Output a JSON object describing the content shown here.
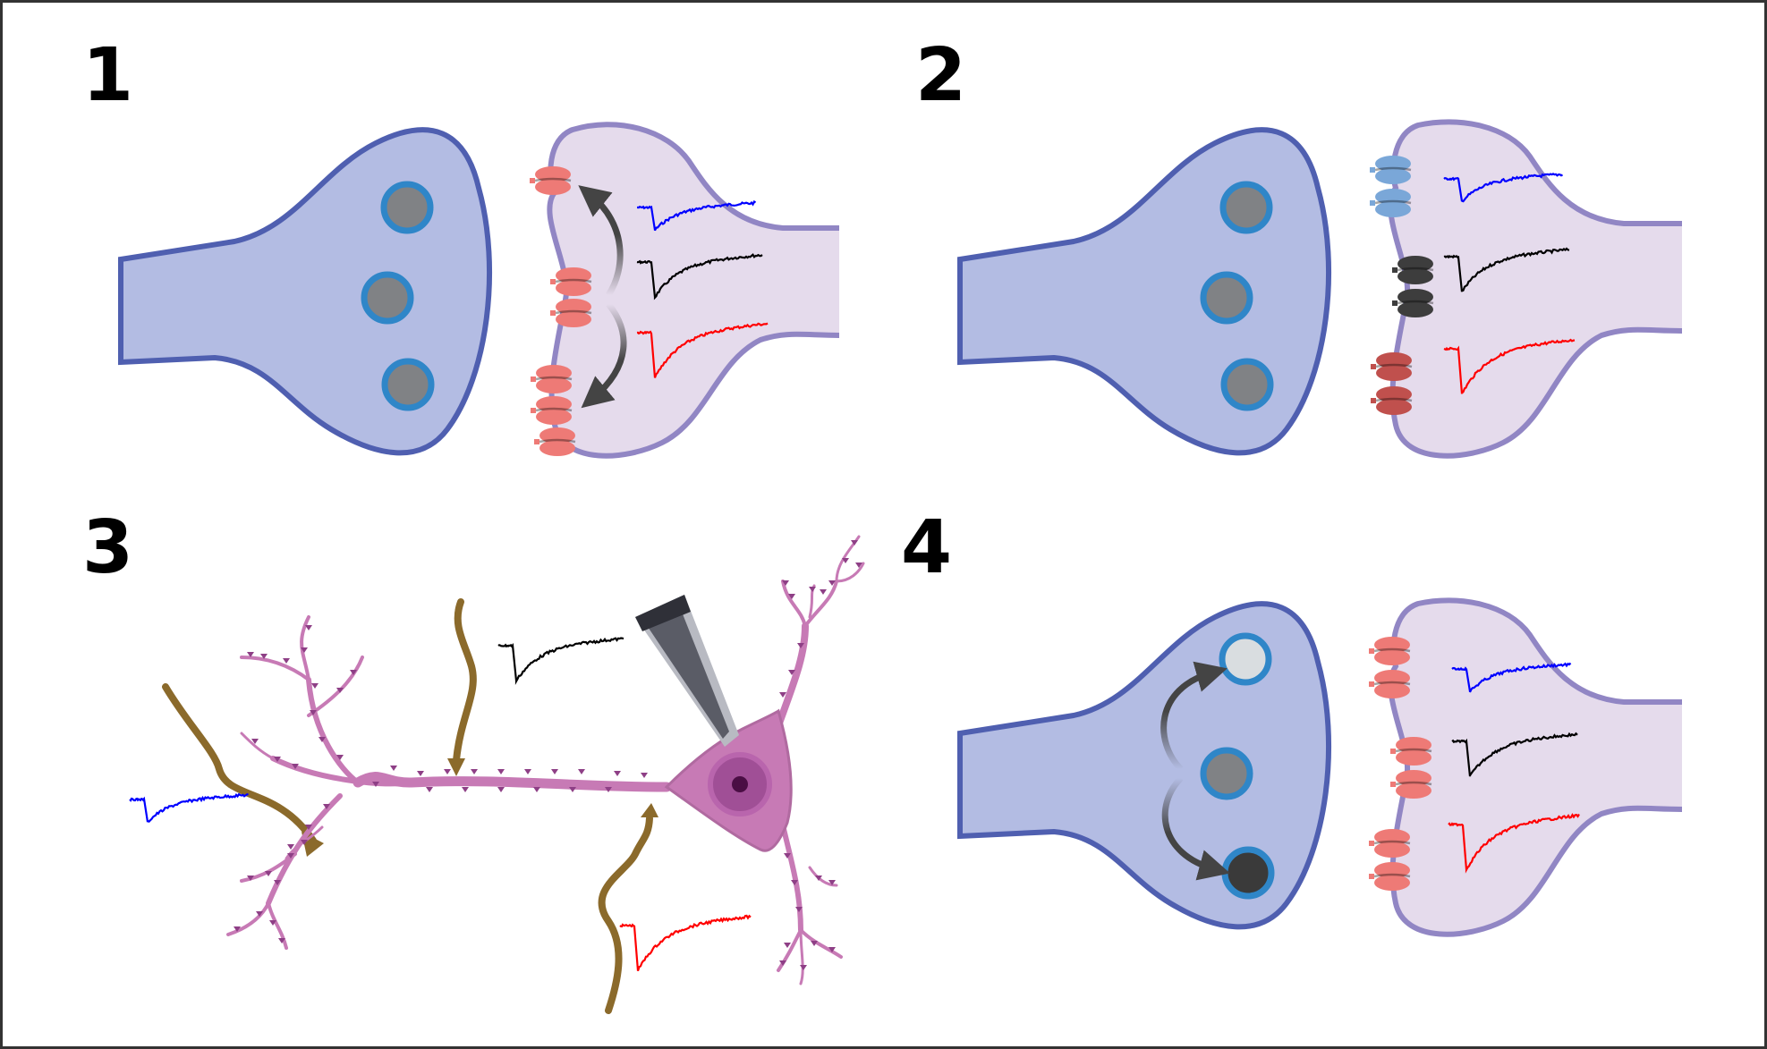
{
  "figure": {
    "panels": [
      {
        "id": "p1",
        "number": "1"
      },
      {
        "id": "p2",
        "number": "2"
      },
      {
        "id": "p3",
        "number": "3"
      },
      {
        "id": "p4",
        "number": "4"
      }
    ]
  },
  "colors": {
    "frame": "#333333",
    "presynaptic_fill": "#b3bce3",
    "presynaptic_stroke": "#4f5fb0",
    "postsynaptic_fill": "#e5dbec",
    "postsynaptic_stroke": "#9186c4",
    "vesicle_fill": "#808285",
    "vesicle_light_fill": "#d9dde0",
    "vesicle_dark_fill": "#3a3a3a",
    "vesicle_ring": "#2f86c8",
    "receptor_red": "#ee7a76",
    "receptor_blue": "#7aa7d8",
    "receptor_black": "#3d3d3d",
    "receptor_darkred": "#c0504d",
    "trace_blue": "#0000ff",
    "trace_black": "#000000",
    "trace_red": "#ff0000",
    "arrow": "#444444",
    "axon": "#8b6a2b",
    "neuron": "#c77ab5",
    "neuron_dark": "#8e3f86",
    "pipette": "#5a5c66"
  }
}
